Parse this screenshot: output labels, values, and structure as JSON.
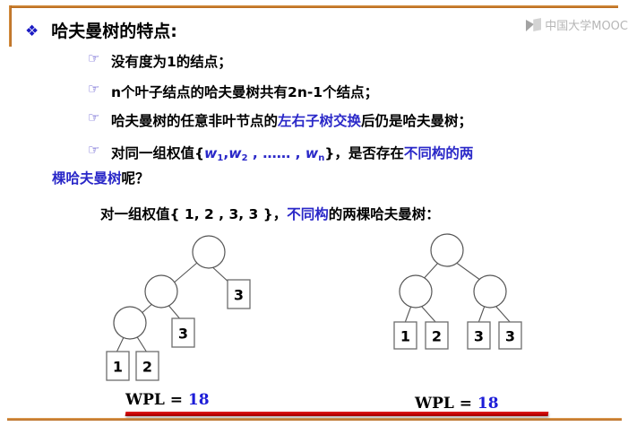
{
  "slide": {
    "logo": {
      "text": "中国大学MOOC",
      "icon": "book-logo-icon"
    },
    "headline": {
      "bullet": "❖",
      "text": "哈夫曼树的特点:"
    },
    "bullets": [
      {
        "marker": "☞",
        "text": "没有度为1的结点；"
      },
      {
        "marker": "☞",
        "text": "n个叶子结点的哈夫曼树共有2n-1个结点；"
      },
      {
        "marker": "☞",
        "prefix": "哈夫曼树的任意非叶节点的",
        "highlight": "左右子树交换",
        "suffix": "后仍是哈夫曼树；"
      },
      {
        "marker": "☞",
        "part1": "对同一组权值{",
        "w1": "w",
        "w1sub": "1",
        "comma1": ",",
        "w2": "w",
        "w2sub": "2",
        "dots": " , …… , ",
        "wn": "w",
        "wnsub": "n",
        "part2": "}，是否存在",
        "highlight": "不同构的两",
        "line2_blue": "棵哈夫曼树",
        "line2_black": "呢？"
      }
    ],
    "example_line": {
      "prefix": "对一组权值{ 1, 2 , 3, 3 }，",
      "highlight": "不同构",
      "suffix": "的两棵哈夫曼树："
    },
    "trees": [
      {
        "name": "left-tree",
        "wpl_label": "WPL = ",
        "wpl_value": "18",
        "leaves": [
          "1",
          "2",
          "3",
          "3"
        ],
        "structure": "skewed",
        "internal_nodes": 3
      },
      {
        "name": "right-tree",
        "wpl_label": "WPL = ",
        "wpl_value": "18",
        "leaves": [
          "1",
          "2",
          "3",
          "3"
        ],
        "structure": "balanced",
        "internal_nodes": 3
      }
    ],
    "colors": {
      "accent_blue": "#2a28c8",
      "frame_orange": "#b4651a",
      "underline_red": "#c00000",
      "text_black": "#000000"
    }
  }
}
